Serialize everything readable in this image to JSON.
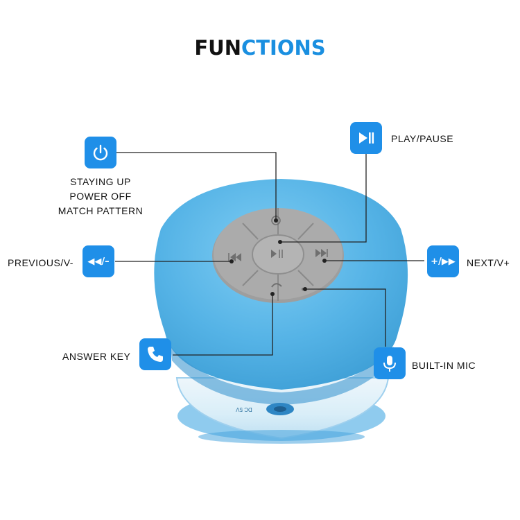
{
  "title": {
    "part1": "FUN",
    "part2": "CTIONS"
  },
  "colors": {
    "accent": "#1f8fe8",
    "speaker": "#5ab6e8",
    "buttons": "#a9a9a9",
    "line": "#222222"
  },
  "speaker": {
    "base_text": "DC 5V"
  },
  "callouts": {
    "power": {
      "icon": "power-icon",
      "lines": [
        "STAYING UP",
        "POWER OFF",
        "MATCH PATTERN"
      ]
    },
    "play": {
      "icon": "play-pause-icon",
      "label": "PLAY/PAUSE"
    },
    "previous": {
      "icon": "rewind-icon",
      "icon_text": "◀◀/–",
      "label": "PREVIOUS/V-"
    },
    "next": {
      "icon": "fast-forward-icon",
      "icon_text": "+/▶▶",
      "label": "NEXT/V+"
    },
    "answer": {
      "icon": "phone-icon",
      "label": "ANSWER KEY"
    },
    "mic": {
      "icon": "microphone-icon",
      "label": "BUILT-IN MIC"
    }
  }
}
